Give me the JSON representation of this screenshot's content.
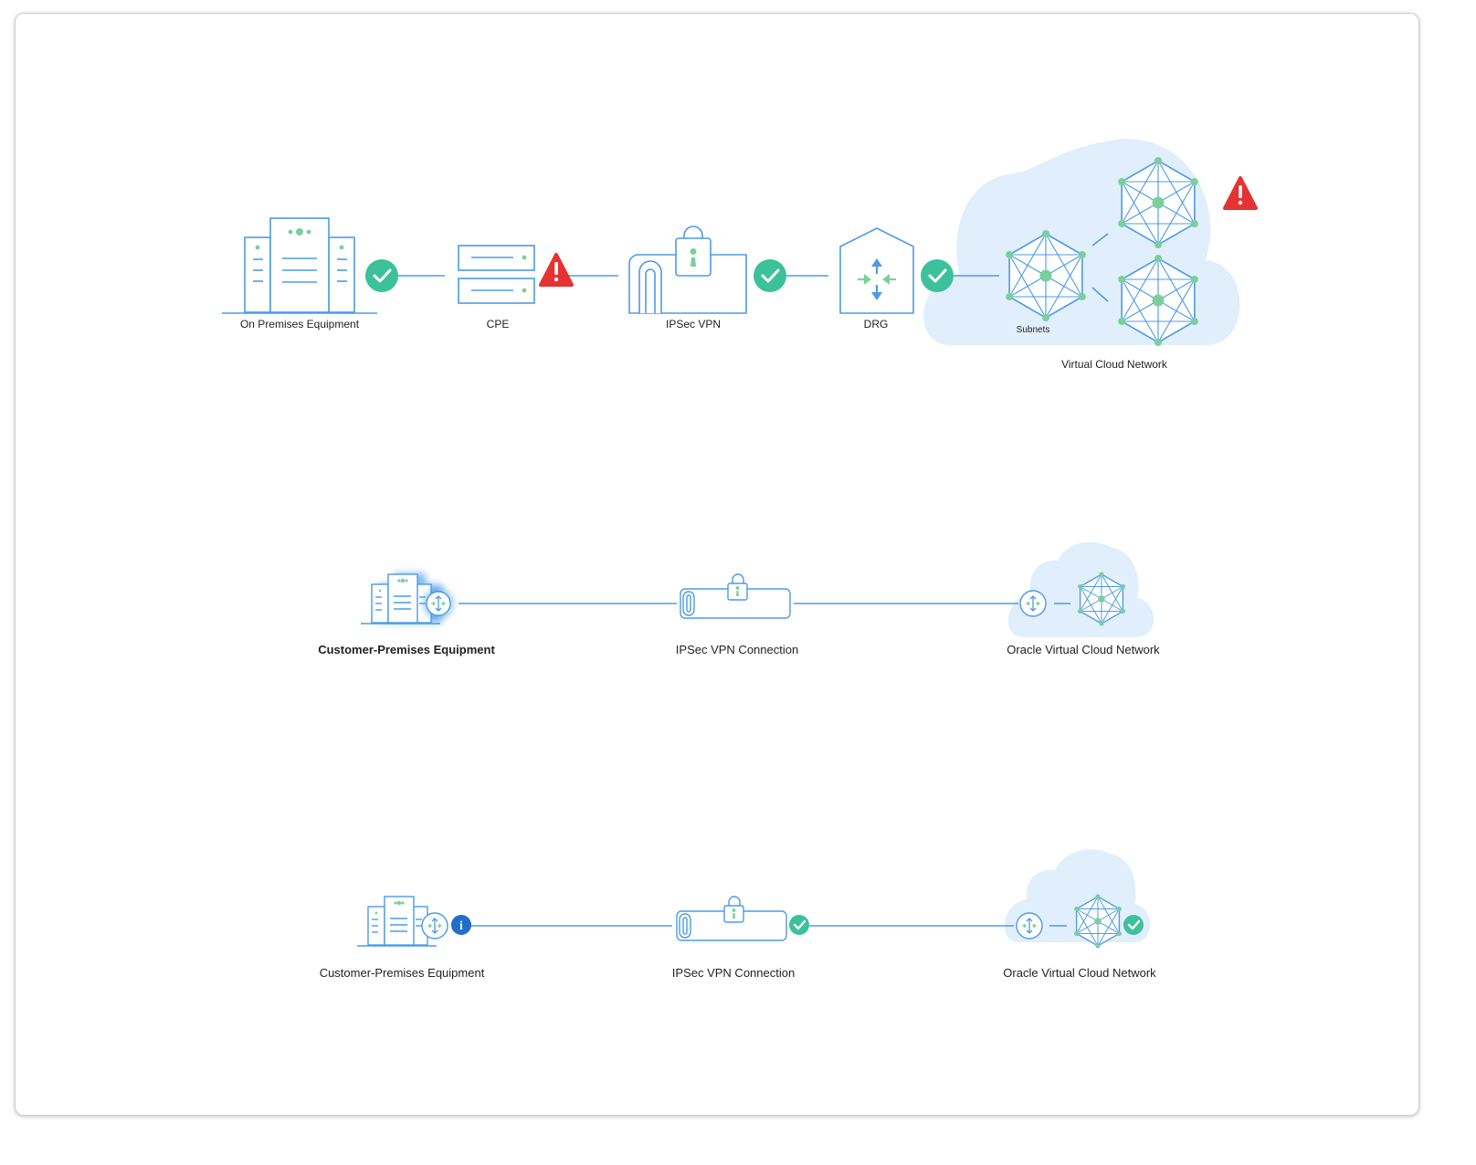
{
  "colors": {
    "line": "#4c9be8",
    "node": "#7ccf9a",
    "cloud": "#e1eefb",
    "ok": "#3cc19b",
    "error": "#e53232",
    "info": "#1f6ec9"
  },
  "row1": {
    "on_premises": "On Premises Equipment",
    "cpe": "CPE",
    "ipsec_vpn": "IPSec VPN",
    "drg": "DRG",
    "subnets": "Subnets",
    "vcn": "Virtual Cloud Network"
  },
  "row2": {
    "cpe": "Customer-Premises Equipment",
    "vpn": "IPSec VPN Connection",
    "vcn": "Oracle Virtual Cloud Network"
  },
  "row3": {
    "cpe": "Customer-Premises Equipment",
    "vpn": "IPSec VPN Connection",
    "vcn": "Oracle Virtual Cloud Network",
    "info_glyph": "i"
  }
}
